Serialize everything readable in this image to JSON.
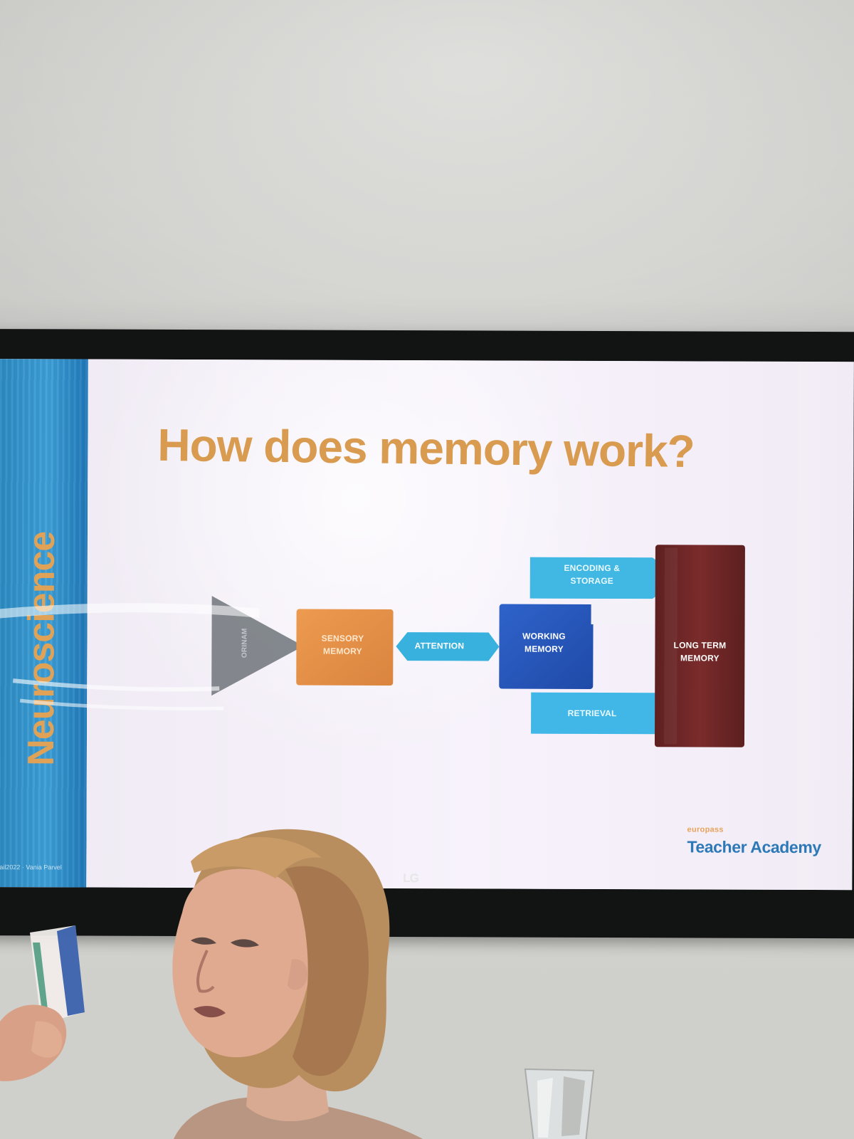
{
  "scene": {
    "tv_brand": "LG"
  },
  "slide": {
    "side_label": "Neuroscience",
    "side_footer": "ail2022 · Vania Parvel",
    "title": "How does memory work?",
    "diagram": {
      "environment_label": "ORINAM",
      "sensory_memory": "SENSORY\nMEMORY",
      "attention": "ATTENTION",
      "working_memory": "WORKING\nMEMORY",
      "encoding_storage": "ENCODING &\nSTORAGE",
      "retrieval": "RETRIEVAL",
      "long_term_memory": "LONG TERM\nMEMORY"
    },
    "footer": {
      "small_brand": "europass",
      "academy": "Teacher Academy"
    }
  },
  "colors": {
    "title": "#d89b4f",
    "sensory": "#e4934a",
    "attention": "#39b3de",
    "working": "#2453ba",
    "long_term": "#6b2424",
    "brand_blue": "#2d79b8",
    "side_blue": "#3d9fd7"
  }
}
